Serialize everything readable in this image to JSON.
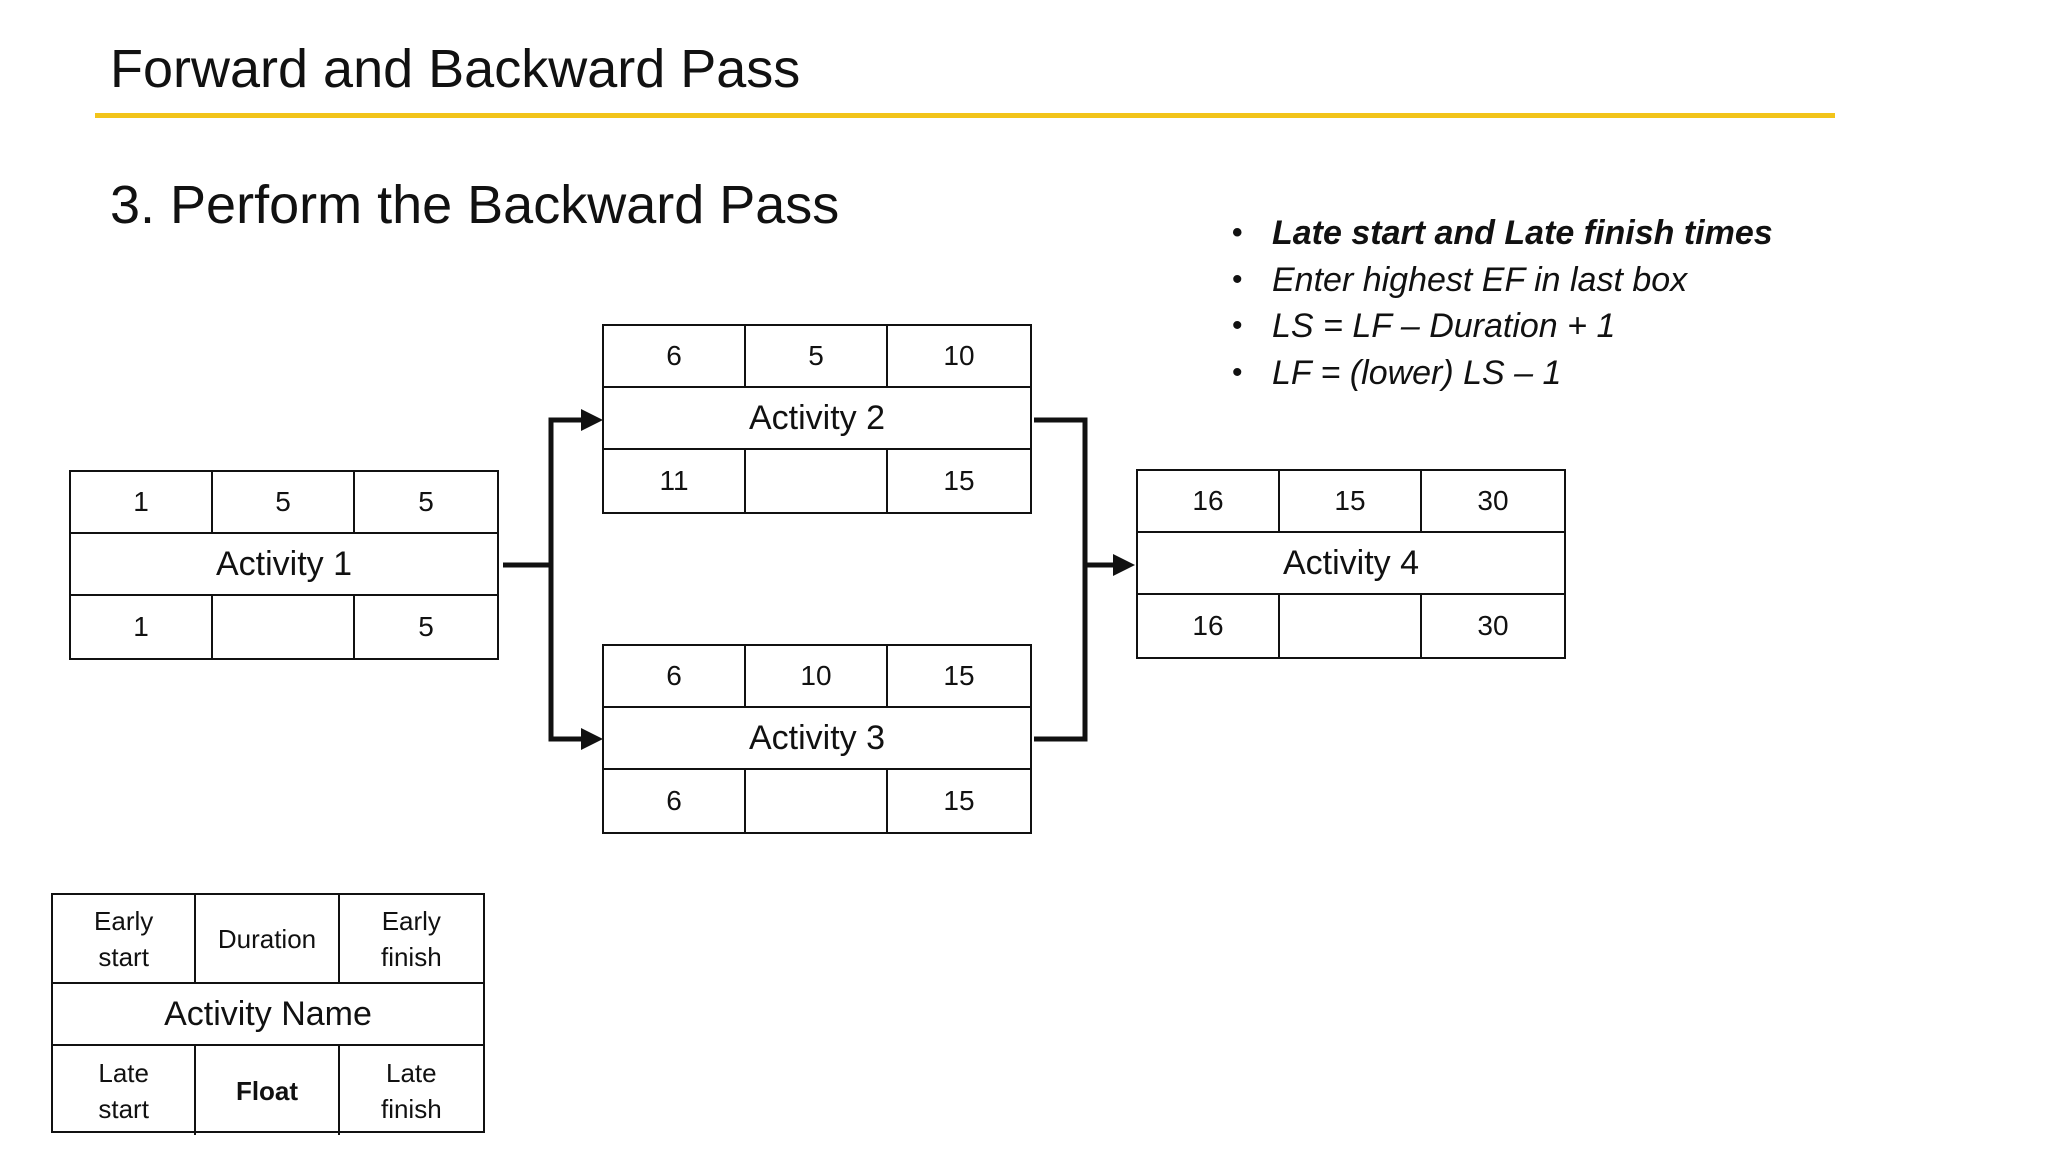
{
  "slide": {
    "title": "Forward and Backward Pass",
    "subtitle": "3. Perform the Backward Pass",
    "accent_color": "#f2c41a"
  },
  "bullets": [
    "Late start and Late finish times",
    "Enter highest EF in last box",
    "LS = LF – Duration + 1",
    "LF = (lower) LS – 1"
  ],
  "activities": [
    {
      "name": "Activity 1",
      "es": "1",
      "duration": "5",
      "ef": "5",
      "ls": "1",
      "float": "",
      "lf": "5"
    },
    {
      "name": "Activity 2",
      "es": "6",
      "duration": "5",
      "ef": "10",
      "ls": "11",
      "float": "",
      "lf": "15"
    },
    {
      "name": "Activity 3",
      "es": "6",
      "duration": "10",
      "ef": "15",
      "ls": "6",
      "float": "",
      "lf": "15"
    },
    {
      "name": "Activity 4",
      "es": "16",
      "duration": "15",
      "ef": "30",
      "ls": "16",
      "float": "",
      "lf": "30"
    }
  ],
  "legend": {
    "es_line1": "Early",
    "es_line2": "start",
    "duration": "Duration",
    "ef_line1": "Early",
    "ef_line2": "finish",
    "name": "Activity Name",
    "ls_line1": "Late",
    "ls_line2": "start",
    "float": "Float",
    "lf_line1": "Late",
    "lf_line2": "finish"
  }
}
